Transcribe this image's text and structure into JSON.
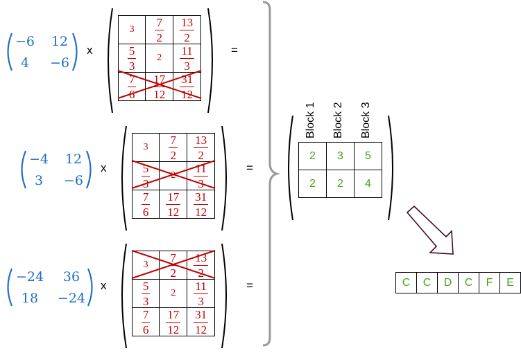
{
  "equations": [
    {
      "coefficients": [
        [
          "−6",
          "12"
        ],
        [
          "4",
          "−6"
        ]
      ],
      "times": "x",
      "equals": "=",
      "crossed_row": 2,
      "matrix": [
        [
          {
            "n": "3"
          },
          {
            "n": "7",
            "d": "2"
          },
          {
            "n": "13",
            "d": "2"
          }
        ],
        [
          {
            "n": "5",
            "d": "3"
          },
          {
            "n": "2"
          },
          {
            "n": "11",
            "d": "3"
          }
        ],
        [
          {
            "n": "7",
            "d": "6"
          },
          {
            "n": "17",
            "d": "12"
          },
          {
            "n": "31",
            "d": "12"
          }
        ]
      ]
    },
    {
      "coefficients": [
        [
          "−4",
          "12"
        ],
        [
          "3",
          "−6"
        ]
      ],
      "times": "x",
      "equals": "=",
      "crossed_row": 1,
      "matrix": [
        [
          {
            "n": "3"
          },
          {
            "n": "7",
            "d": "2"
          },
          {
            "n": "13",
            "d": "2"
          }
        ],
        [
          {
            "n": "5",
            "d": "3"
          },
          {
            "n": "2"
          },
          {
            "n": "11",
            "d": "3"
          }
        ],
        [
          {
            "n": "7",
            "d": "6"
          },
          {
            "n": "17",
            "d": "12"
          },
          {
            "n": "31",
            "d": "12"
          }
        ]
      ]
    },
    {
      "coefficients": [
        [
          "−24",
          "36"
        ],
        [
          "18",
          "−24"
        ]
      ],
      "times": "x",
      "equals": "=",
      "crossed_row": 0,
      "matrix": [
        [
          {
            "n": "3"
          },
          {
            "n": "7",
            "d": "2"
          },
          {
            "n": "13",
            "d": "2"
          }
        ],
        [
          {
            "n": "5",
            "d": "3"
          },
          {
            "n": "2"
          },
          {
            "n": "11",
            "d": "3"
          }
        ],
        [
          {
            "n": "7",
            "d": "6"
          },
          {
            "n": "17",
            "d": "12"
          },
          {
            "n": "31",
            "d": "12"
          }
        ]
      ]
    }
  ],
  "result": {
    "headers": [
      "Block 1",
      "Block 2",
      "Block 3"
    ],
    "rows": [
      [
        "2",
        "3",
        "5"
      ],
      [
        "2",
        "2",
        "4"
      ]
    ]
  },
  "output_sequence": [
    "C",
    "C",
    "D",
    "C",
    "F",
    "E"
  ],
  "colors": {
    "coefficient": "#1f6fc5",
    "matrix_values": "#c00000",
    "cross_out": "#c00000",
    "result_values": "#4aa11c",
    "brace": "#999999",
    "arrow": "#3d0a26"
  }
}
